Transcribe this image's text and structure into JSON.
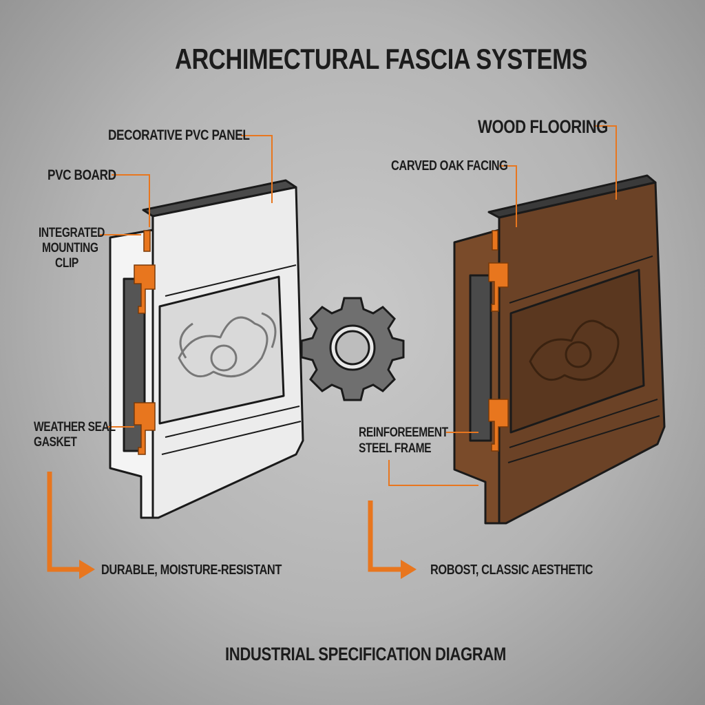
{
  "title": "ARCHIMECTURAL FASCIA SYSTEMS",
  "footer": "INDUSTRIAL SPECIFICATION DIAGRAM",
  "colors": {
    "accent": "#e8761e",
    "pvc": "#ececec",
    "wood": "#6b4226",
    "gear": "#6f6f6f",
    "text": "#1c1c1c"
  },
  "left": {
    "labels": {
      "decorative_panel": "DECORATIVE PVC PANEL",
      "pvc_board": "PVC BOARD",
      "clip_1": "INTEGRATED",
      "clip_2": "MOUNTING",
      "clip_3": "CLIP",
      "gasket_1": "WEATHER SEAL",
      "gasket_2": "GASKET"
    },
    "summary": "DURABLE, MOISTURE-RESISTANT"
  },
  "center_icon": "gear-icon",
  "right": {
    "heading": "WOOD FLOORING",
    "labels": {
      "facing": "CARVED OAK FACING",
      "frame_1": "REINFOREEMENT",
      "frame_2": "STEEL FRAME"
    },
    "summary": "ROBOST, CLASSIC AESTHETIC"
  }
}
